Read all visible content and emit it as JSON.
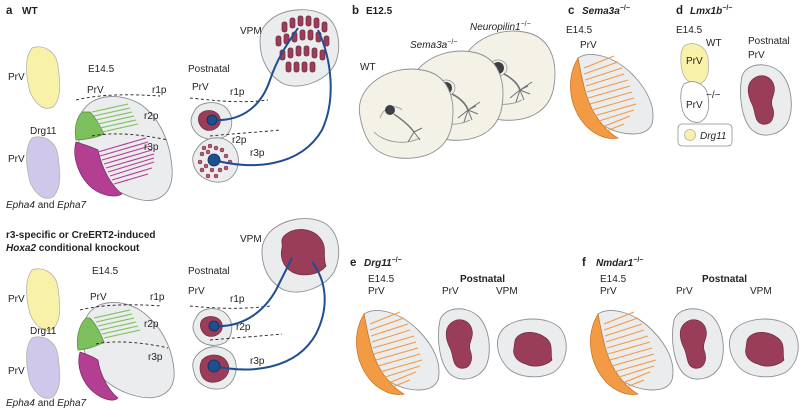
{
  "colors": {
    "prv_yellow": "#f8f2a8",
    "drg11_lavender": "#cfc8ea",
    "green": "#7cbf5c",
    "magenta": "#b23f92",
    "orange": "#f29a44",
    "maroon": "#9a3d58",
    "axon_blue": "#1d4f91",
    "region_grey": "#ebeced"
  },
  "panel_a": {
    "letter": "a",
    "title": "WT",
    "side_labels": {
      "prv1": "PrV",
      "drg11": "Drg11",
      "prv2": "PrV",
      "footnote_pre": "Epha4",
      "footnote_and": "and",
      "footnote_post": "Epha7"
    },
    "e145": {
      "stage": "E14.5",
      "prv": "PrV",
      "r1p": "r1p",
      "r2p": "r2p",
      "r3p": "r3p"
    },
    "postnatal": {
      "stage": "Postnatal",
      "prv": "PrV",
      "r1p": "r1p",
      "r2p": "r2p",
      "r3p": "r3p",
      "vpm": "VPM"
    }
  },
  "panel_ko": {
    "title_line1": "r3-specific or CreERT2-induced",
    "title_line2_gene": "Hoxa2",
    "title_line2_rest": "conditional knockout",
    "side_labels": {
      "prv1": "PrV",
      "drg11": "Drg11",
      "prv2": "PrV",
      "footnote_pre": "Epha4",
      "footnote_and": "and",
      "footnote_post": "Epha7"
    },
    "e145": {
      "stage": "E14.5",
      "prv": "PrV",
      "r1p": "r1p",
      "r2p": "r2p",
      "r3p": "r3p"
    },
    "postnatal": {
      "stage": "Postnatal",
      "prv": "PrV",
      "r1p": "r1p",
      "r2p": "r2p",
      "r3p": "r3p",
      "vpm": "VPM"
    }
  },
  "panel_b": {
    "letter": "b",
    "title": "E12.5",
    "wt": "WT",
    "sema": "Sema3a",
    "sema_sup": "−/−",
    "nrp": "Neuropilin1",
    "nrp_sup": "−/−"
  },
  "panel_c": {
    "letter": "c",
    "gene": "Sema3a",
    "sup": "−/−",
    "stage": "E14.5",
    "prv": "PrV"
  },
  "panel_d": {
    "letter": "d",
    "gene": "Lmx1b",
    "sup": "−/−",
    "stage": "E14.5",
    "wt": "WT",
    "prv_wt": "PrV",
    "ko": "−/−",
    "prv_ko": "PrV",
    "postnatal": "Postnatal",
    "prv_post": "PrV",
    "legend": "Drg11"
  },
  "panel_e": {
    "letter": "e",
    "gene": "Drg11",
    "sup": "−/−",
    "stage": "E14.5",
    "prv": "PrV",
    "postnatal": "Postnatal",
    "prv2": "PrV",
    "vpm": "VPM"
  },
  "panel_f": {
    "letter": "f",
    "gene": "Nmdar1",
    "sup": "−/−",
    "stage": "E14.5",
    "prv": "PrV",
    "postnatal": "Postnatal",
    "prv2": "PrV",
    "vpm": "VPM"
  }
}
